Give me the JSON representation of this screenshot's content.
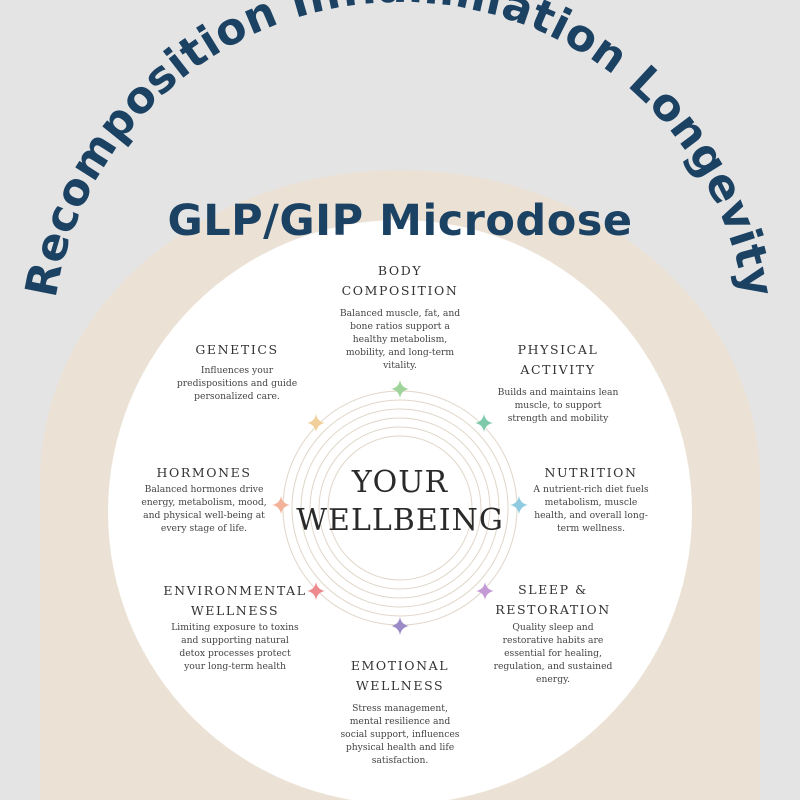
{
  "header": {
    "arc_title": "Recomposition Inflammation Longevity",
    "subtitle": "GLP/GIP Microdose"
  },
  "center": {
    "line1": "YOUR",
    "line2": "WELLBEING"
  },
  "colors": {
    "title": "#1b4163",
    "arch": "#ebe1d5",
    "circle": "#ffffff",
    "rings": "#e0d6c9",
    "background": "#e4e4e4"
  },
  "sections": {
    "body_composition": {
      "head1": "BODY",
      "head2": "COMPOSITION",
      "lines": [
        "Balanced muscle, fat, and",
        "bone ratios support a",
        "healthy metabolism,",
        "mobility, and long-term",
        "vitality."
      ],
      "star_color": "#9ed39a"
    },
    "physical_activity": {
      "head1": "PHYSICAL",
      "head2": "ACTIVITY",
      "lines": [
        "Builds and maintains lean",
        "muscle, to support",
        "strength and mobility"
      ],
      "star_color": "#7dc9a9"
    },
    "nutrition": {
      "head1": "NUTRITION",
      "lines": [
        "A nutrient-rich diet fuels",
        "metabolism, muscle",
        "health, and overall long-",
        "term wellness."
      ],
      "star_color": "#8fcbe0"
    },
    "sleep_restoration": {
      "head1": "SLEEP &",
      "head2": "RESTORATION",
      "lines": [
        "Quality sleep and",
        "restorative habits are",
        "essential for healing,",
        "regulation, and sustained",
        "energy."
      ],
      "star_color": "#c39ad6"
    },
    "emotional_wellness": {
      "head1": "EMOTIONAL",
      "head2": "WELLNESS",
      "lines": [
        "Stress management,",
        "mental resilience and",
        "social support, influences",
        "physical health and life",
        "satisfaction."
      ],
      "star_color": "#9a8ac7"
    },
    "environmental_wellness": {
      "head1": "ENVIRONMENTAL",
      "head2": "WELLNESS",
      "lines": [
        "Limiting exposure to toxins",
        "and supporting natural",
        "detox processes protect",
        "your long-term health"
      ],
      "star_color": "#ec8a8e"
    },
    "hormones": {
      "head1": "HORMONES",
      "lines": [
        "Balanced hormones drive",
        "energy, metabolism, mood,",
        "and physical well-being at",
        "every stage of life."
      ],
      "star_color": "#f3b39b"
    },
    "genetics": {
      "head1": "GENETICS",
      "lines": [
        "Influences your",
        "predispositions and guide",
        "personalized care."
      ],
      "star_color": "#f1cf9a"
    }
  }
}
